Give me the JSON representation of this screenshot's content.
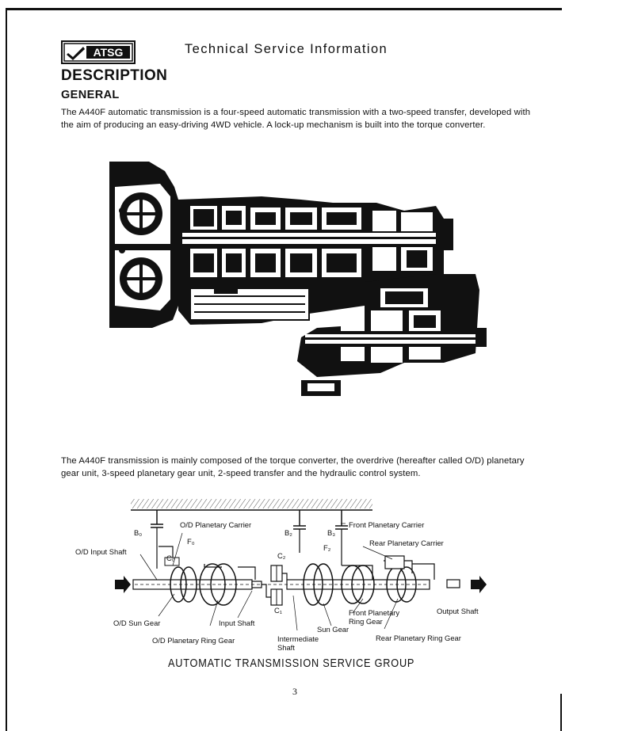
{
  "header": {
    "logo_text": "ATSG",
    "title": "Technical Service Information"
  },
  "section": {
    "title": "DESCRIPTION",
    "subtitle": "GENERAL"
  },
  "paragraphs": {
    "intro": "The A440F automatic transmission is a four-speed automatic transmission with a two-speed transfer, developed with the aim of producing an easy-driving 4WD vehicle. A lock-up mechanism is built into the torque converter.",
    "composition": "The A440F transmission is mainly composed of the torque converter, the overdrive (hereafter called O/D) planetary gear unit, 3-speed planetary gear unit, 2-speed transfer and the hydraulic control system."
  },
  "diagram_labels": {
    "b0": "B₀",
    "od_planetary_carrier": "O/D Planetary Carrier",
    "b2": "B₂",
    "b3": "B₃",
    "front_planetary_carrier": "Front Planetary Carrier",
    "f0": "F₀",
    "f2": "F₂",
    "od_input_shaft": "O/D Input Shaft",
    "c0": "C₀",
    "c2": "C₂",
    "rear_planetary_carrier": "Rear Planetary Carrier",
    "c1": "C₁",
    "front_planetary_ring_gear": "Front Planetary Ring Gear",
    "output_shaft": "Output Shaft",
    "od_sun_gear": "O/D Sun Gear",
    "input_shaft": "Input Shaft",
    "sun_gear": "Sun Gear",
    "od_planetary_ring_gear": "O/D Planetary Ring Gear",
    "intermediate_shaft": "Intermediate Shaft",
    "rear_planetary_ring_gear": "Rear Planetary Ring Gear"
  },
  "footer": {
    "title": "AUTOMATIC TRANSMISSION SERVICE GROUP",
    "page_number": "3"
  }
}
